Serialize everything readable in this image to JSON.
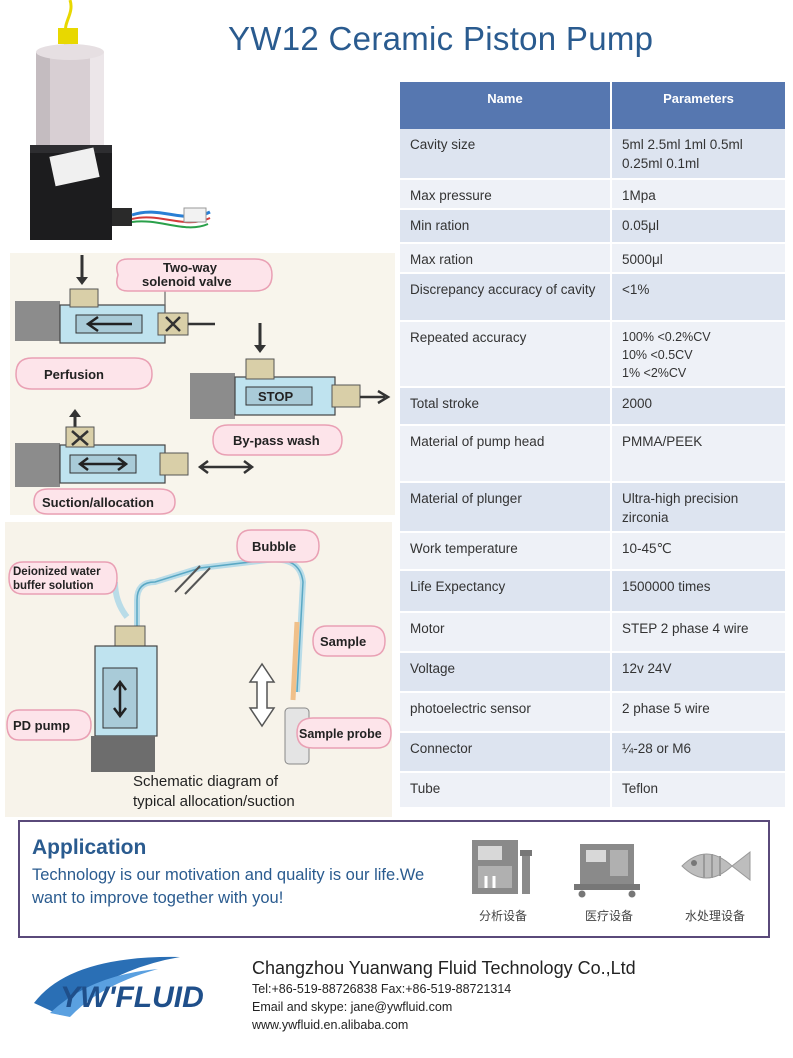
{
  "title": "YW12 Ceramic Piston Pump",
  "table": {
    "headers": [
      "Name",
      "Parameters"
    ],
    "rows": [
      {
        "name": " Cavity size",
        "value": "5ml  2.5ml 1ml 0.5ml\n0.25ml  0.1ml"
      },
      {
        "name": "Max pressure",
        "value": "1Mpa"
      },
      {
        "name": "Min ration",
        "value": "0.05μl"
      },
      {
        "name": "Max ration",
        "value": "5000μl"
      },
      {
        "name": "Discrepancy accuracy of cavity",
        "value": "<1%"
      },
      {
        "name": "Repeated accuracy",
        "value": "100%   <0.2%CV\n10%    <0.5CV\n1%       <2%CV"
      },
      {
        "name": " Total stroke",
        "value": "2000"
      },
      {
        "name": "Material of pump head",
        "value": "PMMA/PEEK"
      },
      {
        "name": "Material of plunger",
        "value": "Ultra-high precision zirconia"
      },
      {
        "name": "Work temperature",
        "value": "10-45℃"
      },
      {
        "name": " Life Expectancy",
        "value": "1500000 times"
      },
      {
        "name": "Motor",
        "value": "STEP 2 phase  4 wire"
      },
      {
        "name": "Voltage",
        "value": "12v 24V"
      },
      {
        "name": "photoelectric sensor",
        "value": "2 phase 5 wire"
      },
      {
        "name": "Connector",
        "value": "¼-28  or M6"
      },
      {
        "name": "Tube",
        "value": "Teflon"
      }
    ]
  },
  "diagram1": {
    "valve_line1": "Two-way",
    "valve_line2": "solenoid valve",
    "perfusion": "Perfusion",
    "stop": "STOP",
    "bypass": "By-pass wash",
    "suction": "Suction/allocation"
  },
  "diagram2": {
    "water_line1": "Deionized water",
    "water_line2": "buffer solution",
    "bubble": "Bubble",
    "sample": "Sample",
    "pd_pump": "PD pump",
    "probe": "Sample probe",
    "caption_line1": "Schematic diagram of",
    "caption_line2": "typical allocation/suction"
  },
  "application": {
    "title": "Application",
    "text": "Technology is our motivation and quality is our life.We want to improve together with you!",
    "icons": [
      {
        "icon": "analyzer-icon",
        "label": "分析设备"
      },
      {
        "icon": "medical-device-icon",
        "label": "医疗设备"
      },
      {
        "icon": "fish-icon",
        "label": "水处理设备"
      }
    ]
  },
  "footer": {
    "logo_text": "YW'FLUID",
    "company": "Changzhou Yuanwang Fluid Technology Co.,Ltd",
    "phone": "Tel:+86-519-88726838  Fax:+86-519-88721314",
    "email": "Email and skype: jane@ywfluid.com",
    "web": "www.ywfluid.en.alibaba.com"
  },
  "colors": {
    "accent": "#2a5b8f",
    "header": "#5677b0",
    "row_dark": "#dde4f0",
    "row_light": "#eef1f7"
  }
}
